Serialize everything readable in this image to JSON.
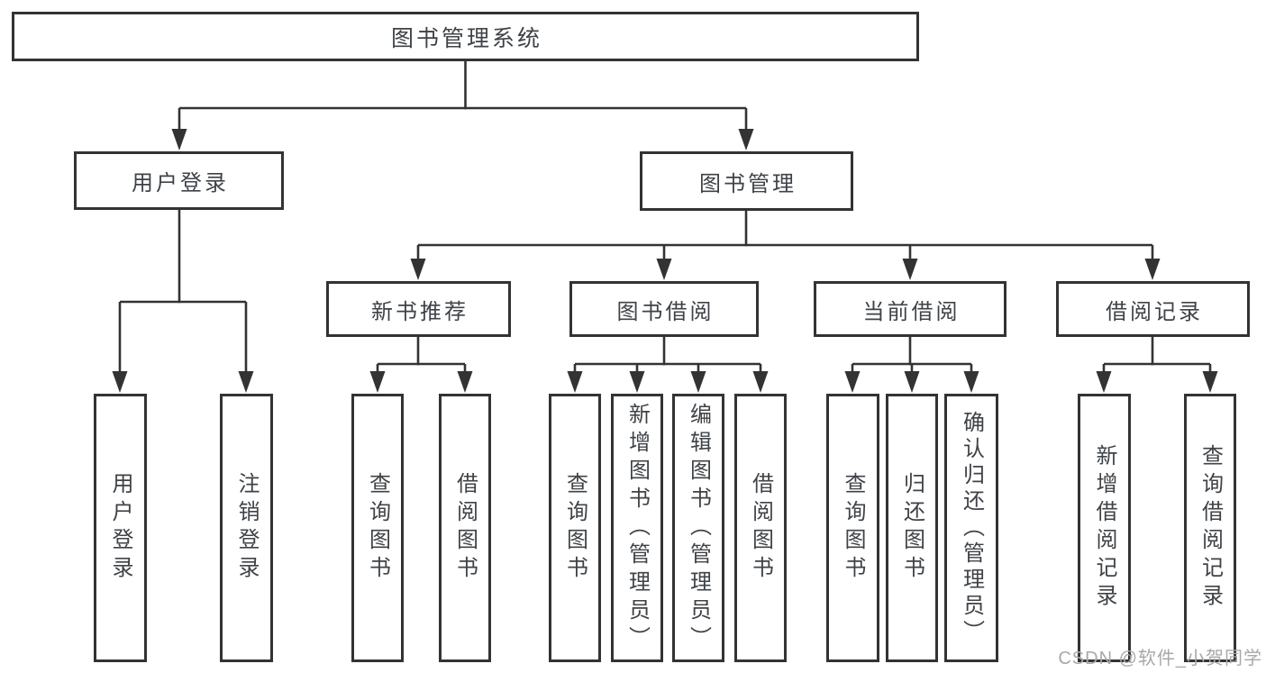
{
  "tree": {
    "root": "图书管理系统",
    "branches": [
      {
        "label": "用户登录",
        "leaves": [
          "用户登录",
          "注销登录"
        ]
      },
      {
        "label": "图书管理",
        "sections": [
          {
            "label": "新书推荐",
            "leaves": [
              "查询图书",
              "借阅图书"
            ]
          },
          {
            "label": "图书借阅",
            "leaves": [
              "查询图书",
              "新增图书（管理员）",
              "编辑图书（管理员）",
              "借阅图书"
            ]
          },
          {
            "label": "当前借阅",
            "leaves": [
              "查询图书",
              "归还图书",
              "确认归还（管理员）"
            ]
          },
          {
            "label": "借阅记录",
            "leaves": [
              "新增借阅记录",
              "查询借阅记录"
            ]
          }
        ]
      }
    ]
  },
  "watermark": "CSDN @软件_小贺同学",
  "colors": {
    "line": "#333333",
    "text": "#3f4347",
    "watermark": "#a8a8a8",
    "background": "#ffffff"
  }
}
